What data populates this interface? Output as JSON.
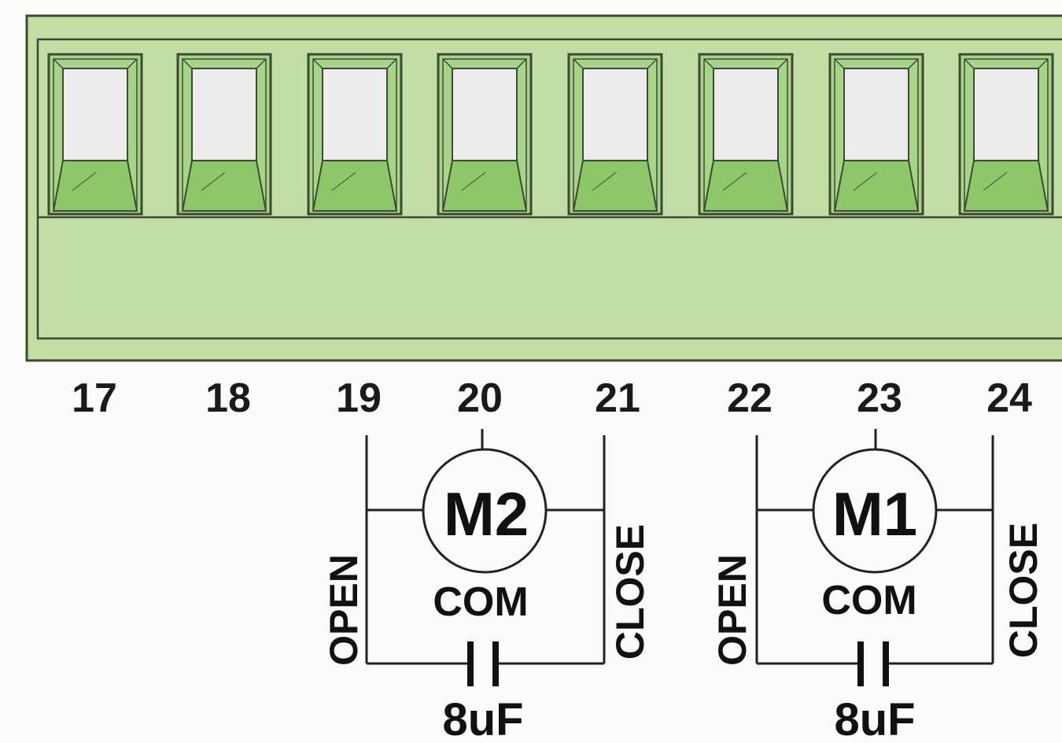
{
  "colors": {
    "block_body": "#c2dea4",
    "block_border": "#3c4a34",
    "window_fill": "#ececec",
    "funnel_fill": "#8ec66a",
    "funnel_side": "#a8d48a"
  },
  "terminal_block": {
    "terminals": [
      "17",
      "18",
      "19",
      "20",
      "21",
      "22",
      "23",
      "24"
    ]
  },
  "motors": [
    {
      "label": "M2",
      "open_label": "OPEN",
      "close_label": "CLOSE",
      "com_label": "COM",
      "capacitor_label": "8uF"
    },
    {
      "label": "M1",
      "open_label": "OPEN",
      "close_label": "CLOSE",
      "com_label": "COM",
      "capacitor_label": "8uF"
    }
  ]
}
